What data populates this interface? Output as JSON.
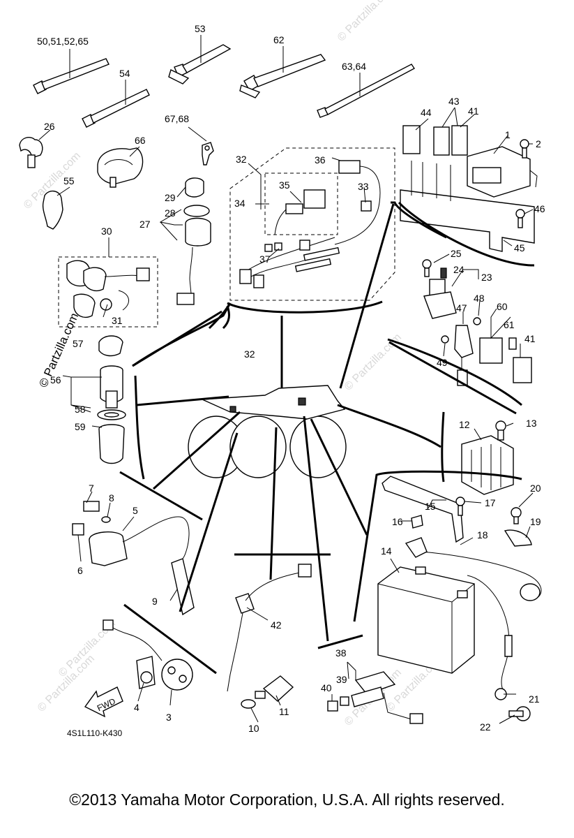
{
  "diagram": {
    "labels": {
      "l1": "1",
      "l2": "2",
      "l3": "3",
      "l4": "4",
      "l5": "5",
      "l6": "6",
      "l7": "7",
      "l8": "8",
      "l9": "9",
      "l10": "10",
      "l11": "11",
      "l12": "12",
      "l13": "13",
      "l14": "14",
      "l15": "15",
      "l16": "16",
      "l17": "17",
      "l18": "18",
      "l19": "19",
      "l20": "20",
      "l21": "21",
      "l22": "22",
      "l23": "23",
      "l24": "24",
      "l25": "25",
      "l26": "26",
      "l27": "27",
      "l28": "28",
      "l29": "29",
      "l30": "30",
      "l31": "31",
      "l32a": "32",
      "l32b": "32",
      "l33": "33",
      "l34": "34",
      "l35": "35",
      "l36": "36",
      "l37": "37",
      "l38": "38",
      "l39": "39",
      "l40": "40",
      "l41a": "41",
      "l41b": "41",
      "l42": "42",
      "l43": "43",
      "l44": "44",
      "l45": "45",
      "l46": "46",
      "l47": "47",
      "l48": "48",
      "l49": "49",
      "l50": "50,51,52,65",
      "l53": "53",
      "l54": "54",
      "l55": "55",
      "l56": "56",
      "l57": "57",
      "l58": "58",
      "l59": "59",
      "l60": "60",
      "l61": "61",
      "l62": "62",
      "l63": "63,64",
      "l66": "66",
      "l67": "67,68"
    },
    "fwd_label": "FWD",
    "drawing_code": "4S1L110-K430",
    "watermark": "© Partzilla.com",
    "watermark_faint": "© Partzilla.com"
  },
  "copyright": "©2013  Yamaha Motor Corporation, U.S.A. All rights reserved."
}
